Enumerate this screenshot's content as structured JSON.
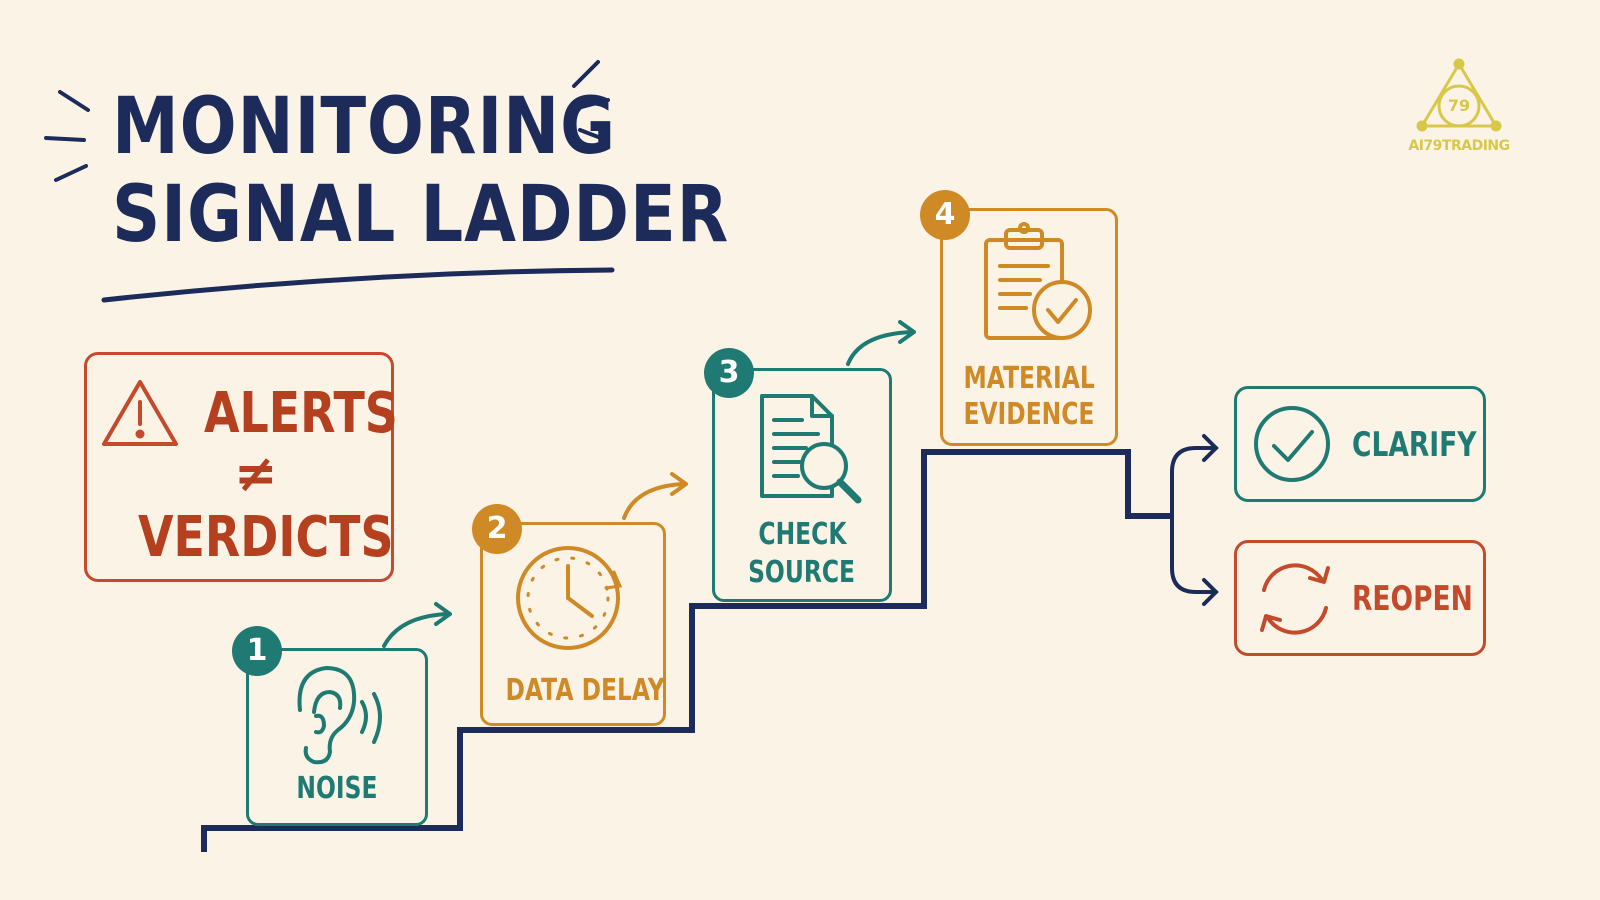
{
  "title": {
    "line1": "MONITORING",
    "line2": "SIGNAL LADDER"
  },
  "warning": {
    "line1": "ALERTS",
    "symbol": "≠",
    "line2": "VERDICTS"
  },
  "steps": [
    {
      "number": "1",
      "label": "NOISE",
      "icon": "ear-icon",
      "color": "#1e7a72"
    },
    {
      "number": "2",
      "label": "DATA DELAY",
      "icon": "clock-icon",
      "color": "#cf8a26"
    },
    {
      "number": "3",
      "label_line1": "CHECK",
      "label_line2": "SOURCE",
      "icon": "document-search-icon",
      "color": "#1e7a72"
    },
    {
      "number": "4",
      "label_line1": "MATERIAL",
      "label_line2": "EVIDENCE",
      "icon": "clipboard-check-icon",
      "color": "#cf8a26"
    }
  ],
  "outcomes": [
    {
      "label": "CLARIFY",
      "icon": "check-circle-icon",
      "color": "#1e7a72"
    },
    {
      "label": "REOPEN",
      "icon": "refresh-icon",
      "color": "#c44a2c"
    }
  ],
  "logo": {
    "text": "AI79TRADING",
    "mark": "79",
    "color": "#d8c84a"
  },
  "colors": {
    "navy": "#1c2b5a",
    "teal": "#1e7a72",
    "orange": "#cf8a26",
    "red": "#c44a2c",
    "background": "#fbf3e6"
  }
}
